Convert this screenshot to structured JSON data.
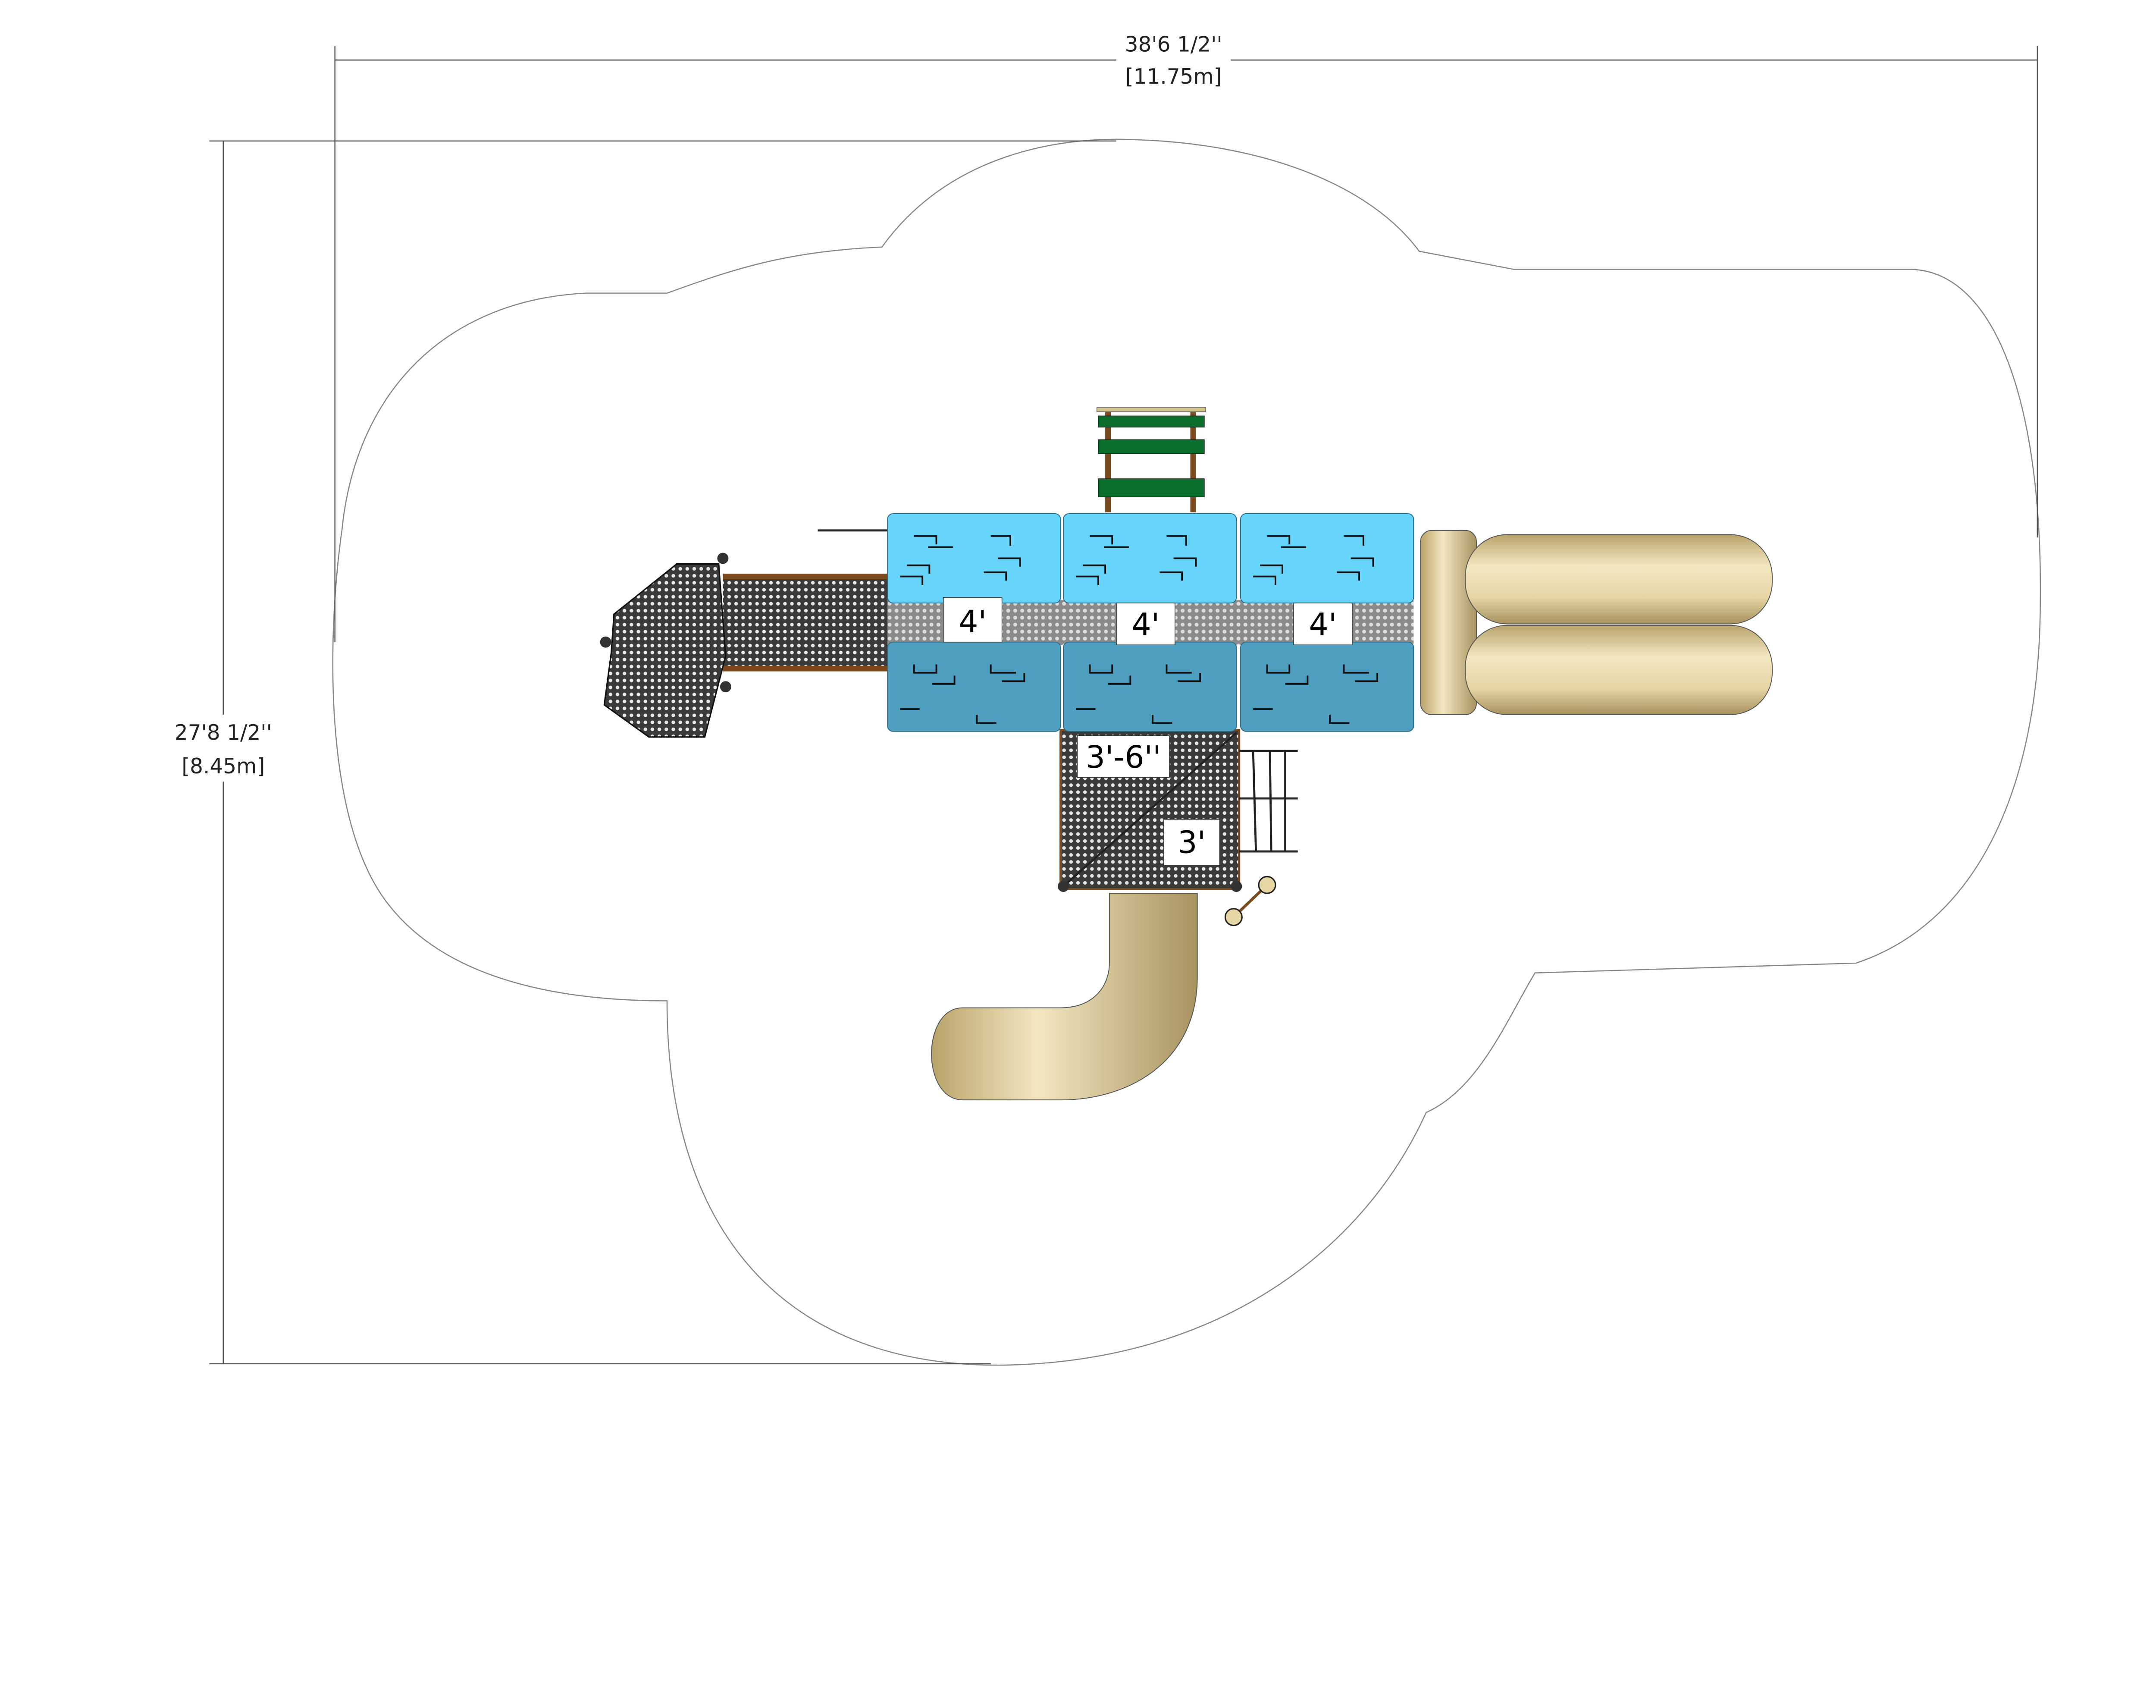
{
  "dimensions": {
    "width_imperial": "38'6 1/2''",
    "width_metric": "[11.75m]",
    "depth_imperial": "27'8 1/2''",
    "depth_metric": "[8.45m]"
  },
  "deck_heights": {
    "deck_1": "4'",
    "deck_2": "4'",
    "deck_3": "4'",
    "lower_deck": "3'-6''",
    "step_deck": "3'"
  },
  "colors": {
    "roof_light": "#66D4FB",
    "roof_dark": "#4E9FBF",
    "slide": "#E6D6A4",
    "ladder": "#0A6E2A",
    "post": "#7A4A1E",
    "deck": "#3A3A3A"
  }
}
